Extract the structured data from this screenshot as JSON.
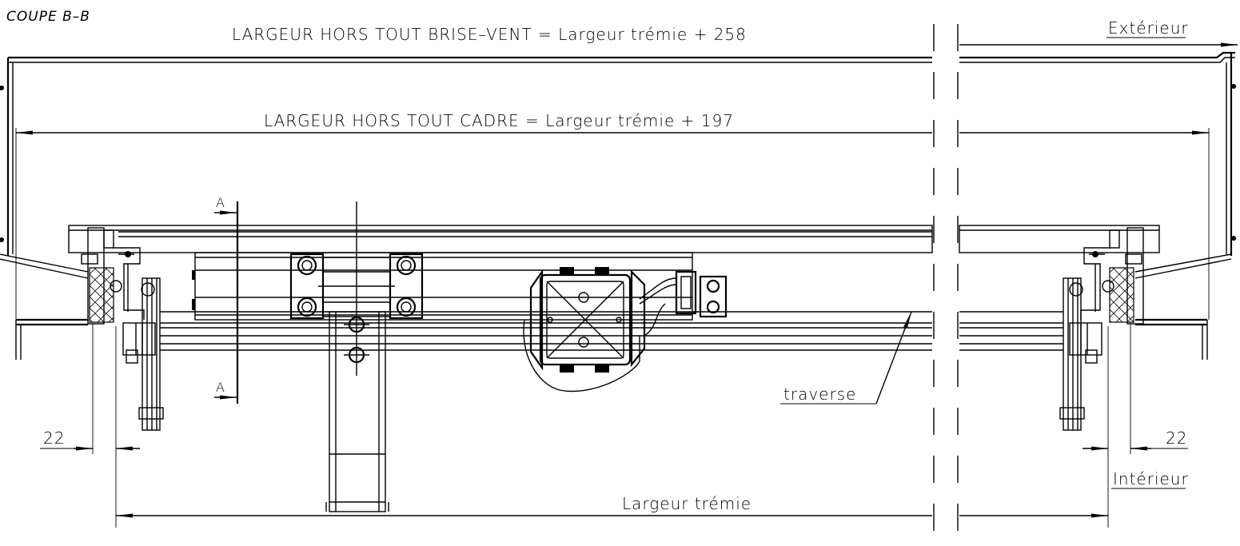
{
  "section_title": "COUPE B–B",
  "label_exterieur": "Extérieur",
  "label_interieur": "Intérieur",
  "dim_brise_vent": "LARGEUR HORS TOUT BRISE–VENT = Largeur trémie + 258",
  "dim_cadre": "LARGEUR HORS TOUT CADRE = Largeur trémie + 197",
  "dim_tremie": "Largeur trémie",
  "dim_left_offset": "22",
  "dim_right_offset": "22",
  "label_traverse": "traverse",
  "section_mark_top": "A",
  "section_mark_bottom": "A"
}
